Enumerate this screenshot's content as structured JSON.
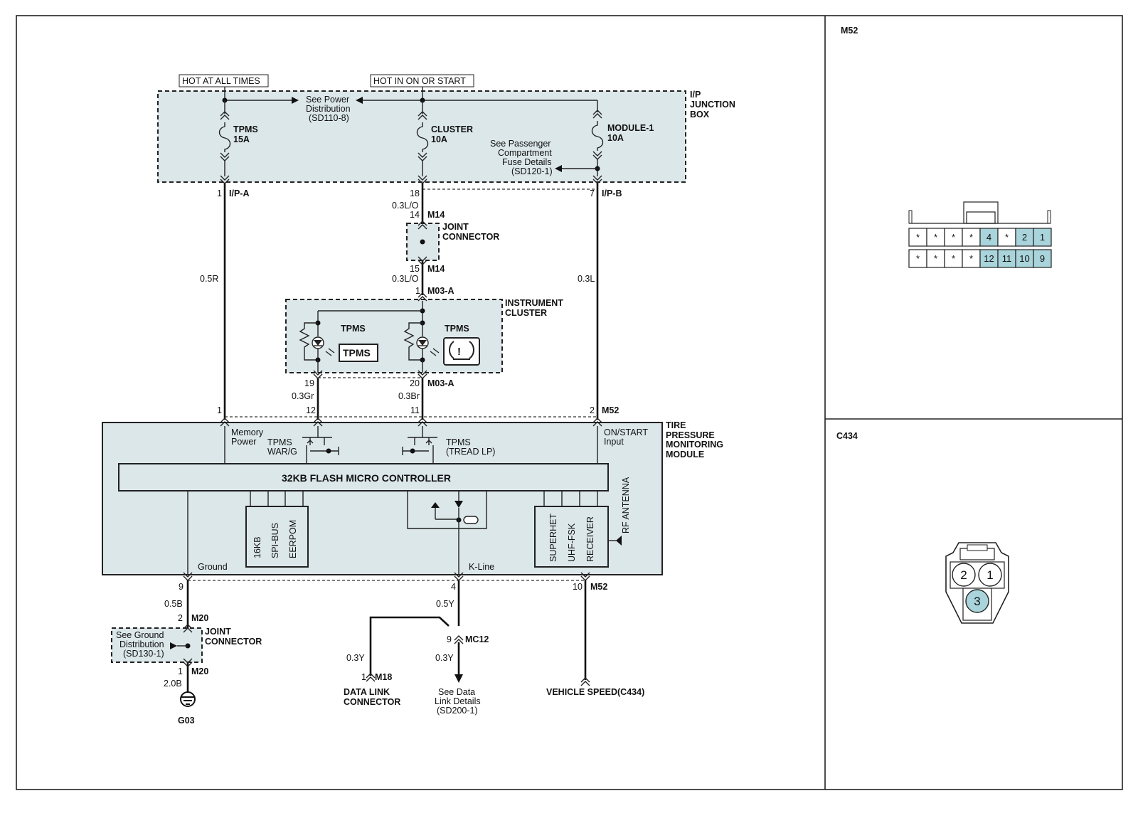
{
  "labels": {
    "hot_at_all_times": "HOT AT ALL TIMES",
    "hot_in_on_or_start": "HOT IN ON OR START",
    "see_power_1": "See Power",
    "see_power_2": "Distribution",
    "see_power_3": "(SD110-8)",
    "ipjb_1": "I/P",
    "ipjb_2": "JUNCTION",
    "ipjb_3": "BOX",
    "fuse_tpms_name": "TPMS",
    "fuse_tpms_amp": "15A",
    "fuse_cluster_name": "CLUSTER",
    "fuse_cluster_amp": "10A",
    "fuse_module_name": "MODULE-1",
    "fuse_module_amp": "10A",
    "passenger_1": "See Passenger",
    "passenger_2": "Compartment",
    "passenger_3": "Fuse Details",
    "passenger_4": "(SD120-1)",
    "pin_1_ipa": "1",
    "conn_ipa": "I/P-A",
    "pin_18": "18",
    "pin_7_ipb": "7",
    "conn_ipb": "I/P-B",
    "wire_03lo_a": "0.3L/O",
    "pin_14": "14",
    "conn_m14_a": "M14",
    "joint_1": "JOINT",
    "joint_2": "CONNECTOR",
    "pin_15": "15",
    "conn_m14_b": "M14",
    "wire_03lo_b": "0.3L/O",
    "pin_1_m03": "1",
    "conn_m03a_top": "M03-A",
    "wire_05r": "0.5R",
    "wire_03l": "0.3L",
    "cluster_1": "INSTRUMENT",
    "cluster_2": "CLUSTER",
    "tpms_lamp_1": "TPMS",
    "tpms_lamp_2": "TPMS",
    "tpms_badge": "TPMS",
    "pin_19": "19",
    "pin_20": "20",
    "conn_m03a_bot": "M03-A",
    "wire_03gr": "0.3Gr",
    "wire_03br": "0.3Br",
    "pin_1_m52": "1",
    "pin_12_m52": "12",
    "pin_11_m52": "11",
    "pin_2_m52": "2",
    "conn_m52_top": "M52",
    "tpmm_1": "TIRE",
    "tpmm_2": "PRESSURE",
    "tpmm_3": "MONITORING",
    "tpmm_4": "MODULE",
    "memory_1": "Memory",
    "memory_2": "Power",
    "tpms_warg_1": "TPMS",
    "tpms_warg_2": "WAR/G",
    "tpms_tread_1": "TPMS",
    "tpms_tread_2": "(TREAD LP)",
    "onstart_1": "ON/START",
    "onstart_2": "Input",
    "micro": "32KB FLASH MICRO CONTROLLER",
    "mem_16kb": "16KB",
    "mem_spi": "SPI-BUS",
    "mem_eerpom": "EERPOM",
    "rx_superhet": "SUPERHET",
    "rx_uhf": "UHF-FSK",
    "rx_receiver": "RECEIVER",
    "rf_antenna": "RF ANTENNA",
    "ground": "Ground",
    "kline": "K-Line",
    "pin_9": "9",
    "pin_4": "4",
    "pin_10": "10",
    "conn_m52_bot": "M52",
    "wire_05b": "0.5B",
    "wire_05y": "0.5Y",
    "pin_2_m20": "2",
    "conn_m20_a": "M20",
    "see_ground_1": "See Ground",
    "see_ground_2": "Distribution",
    "see_ground_3": "(SD130-1)",
    "joint2_1": "JOINT",
    "joint2_2": "CONNECTOR",
    "pin_1_m20": "1",
    "conn_m20_b": "M20",
    "wire_20b": "2.0B",
    "g03": "G03",
    "pin_9_mc12": "9",
    "conn_mc12": "MC12",
    "wire_03y_a": "0.3Y",
    "wire_03y_b": "0.3Y",
    "pin_1_m18": "1",
    "conn_m18": "M18",
    "dlc_1": "DATA LINK",
    "dlc_2": "CONNECTOR",
    "see_data_1": "See Data",
    "see_data_2": "Link Details",
    "see_data_3": "(SD200-1)",
    "vehicle_speed": "VEHICLE SPEED(C434)"
  },
  "m52_panel": {
    "title": "M52",
    "top_row": [
      "*",
      "*",
      "*",
      "*",
      "4",
      "*",
      "2",
      "1"
    ],
    "bottom_row": [
      "*",
      "*",
      "*",
      "*",
      "12",
      "11",
      "10",
      "9"
    ],
    "highlight_color": "#a9d4db"
  },
  "c434_panel": {
    "title": "C434",
    "pins": [
      "2",
      "1",
      "3"
    ],
    "highlight_color": "#a9d4db"
  }
}
